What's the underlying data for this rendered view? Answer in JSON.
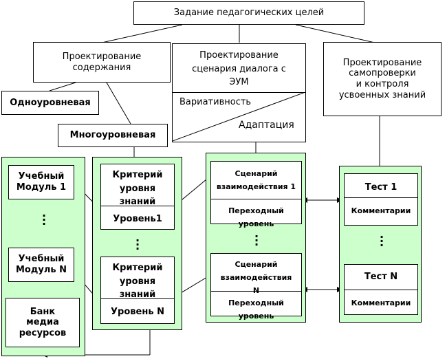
{
  "top": {
    "label": "Задание педагогических целей"
  },
  "content_design": {
    "label": "Проектирование\nсодержания"
  },
  "single_level": {
    "label": "Одноуровневая"
  },
  "multi_level": {
    "label": "Многоуровневая"
  },
  "dialog_design": {
    "label": "Проектирование\nсценария диалога с\nЭУМ",
    "variativity": "Вариативность",
    "adaptation": "Адаптация"
  },
  "selfcheck_design": {
    "label": "Проектирование\nсамопроверки\nи контроля\nусвоенных знаний"
  },
  "modules": {
    "module1": "Учебный\nМодуль 1",
    "moduleN": "Учебный\nМодуль N",
    "bank": "Банк\nмедиа\nресурсов"
  },
  "levels": {
    "criterion1": "Критерий\nуровня\nзнаний",
    "level1": "Уровень1",
    "criterionN": "Критерий\nуровня\nзнаний",
    "levelN": "Уровень N"
  },
  "scenarios": {
    "scenario1": "Сценарий\nвзаимодействия 1",
    "transition1": "Переходный\nуровень",
    "scenarioN": "Сценарий\nвзаимодействия\nN",
    "transitionN": "Переходный\nуровень"
  },
  "tests": {
    "test1": "Тест 1",
    "comments1": "Комментарии",
    "testN": "Тест N",
    "commentsN": "Комментарии"
  }
}
